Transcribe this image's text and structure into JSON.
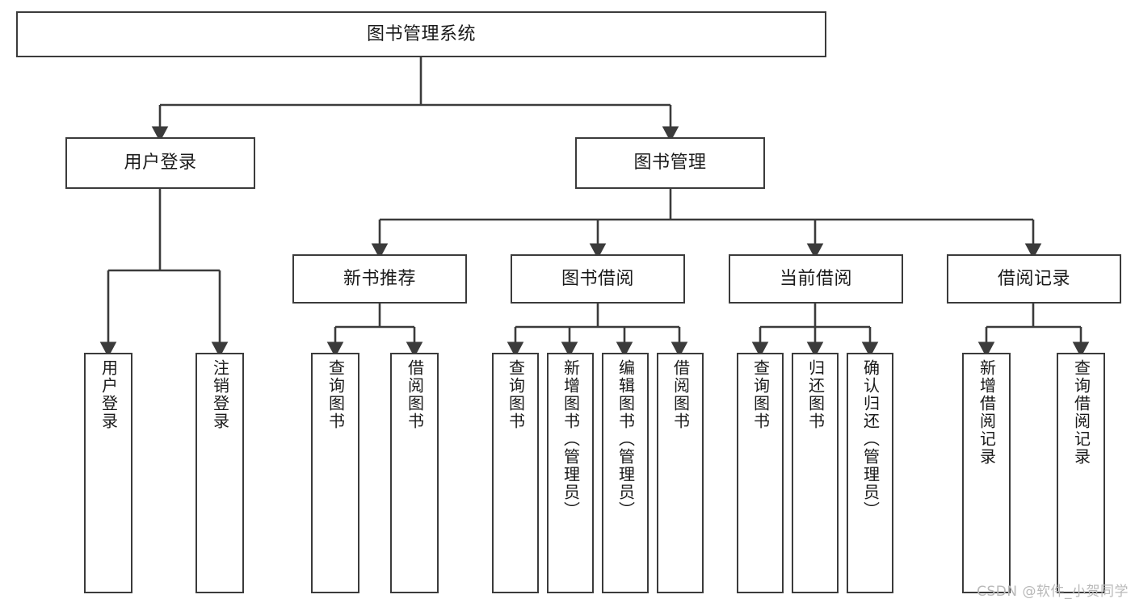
{
  "diagram": {
    "title": "图书管理系统",
    "type": "tree-hierarchy-diagram",
    "colors": {
      "box_border": "#3b3b3b",
      "box_fill": "#ffffff",
      "connector": "#3b3b3b",
      "text": "#1a1a1a",
      "watermark": "#b9b9b9",
      "background": "#ffffff"
    },
    "root": {
      "label": "图书管理系统"
    },
    "level1": [
      {
        "label": "用户登录"
      },
      {
        "label": "图书管理"
      }
    ],
    "level2": [
      {
        "label": "新书推荐"
      },
      {
        "label": "图书借阅"
      },
      {
        "label": "当前借阅"
      },
      {
        "label": "借阅记录"
      }
    ],
    "leaves": {
      "user_login": [
        {
          "label": "用户登录"
        },
        {
          "label": "注销登录"
        }
      ],
      "new_book_recommend": [
        {
          "label": "查询图书"
        },
        {
          "label": "借阅图书"
        }
      ],
      "book_borrow": [
        {
          "label": "查询图书"
        },
        {
          "label": "新增图书（管理员）"
        },
        {
          "label": "编辑图书（管理员）"
        },
        {
          "label": "借阅图书"
        }
      ],
      "current_borrow": [
        {
          "label": "查询图书"
        },
        {
          "label": "归还图书"
        },
        {
          "label": "确认归还（管理员）"
        }
      ],
      "borrow_record": [
        {
          "label": "新增借阅记录"
        },
        {
          "label": "查询借阅记录"
        }
      ]
    }
  },
  "watermark": {
    "text": "CSDN @软件_小贺同学"
  }
}
